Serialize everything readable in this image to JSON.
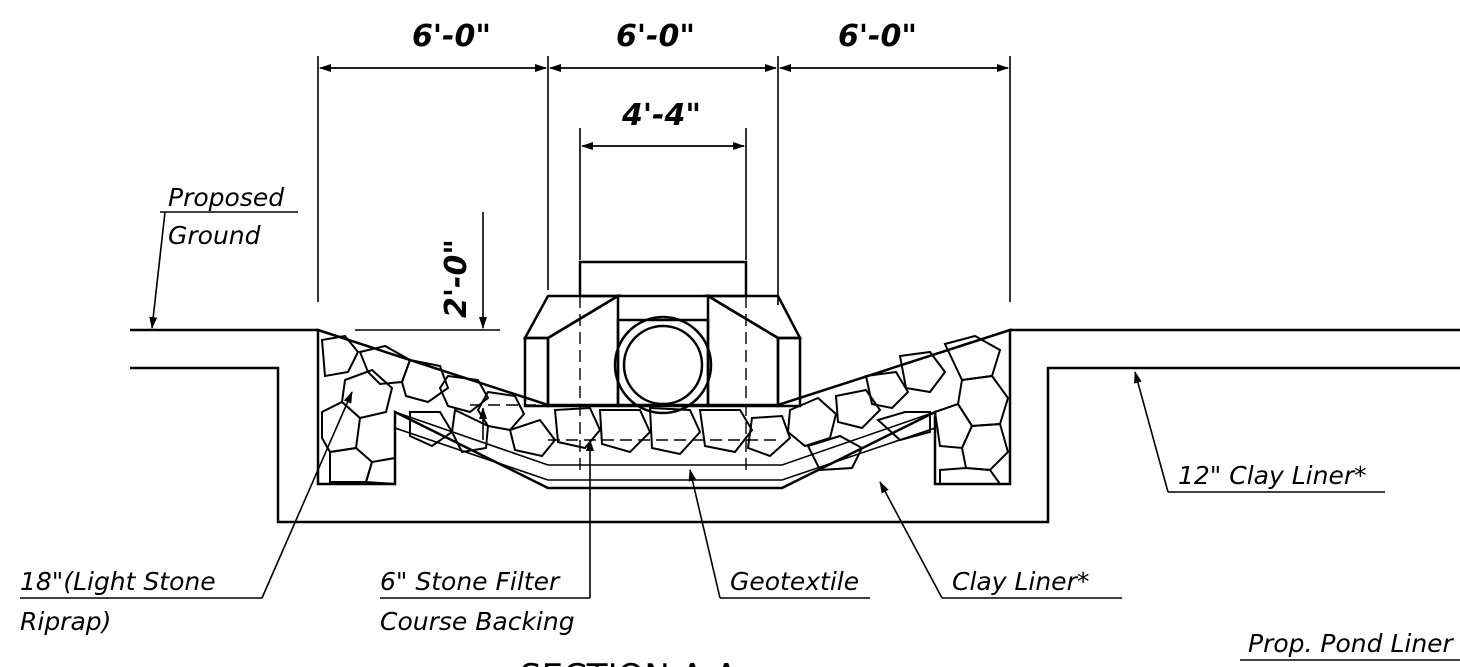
{
  "drawing": {
    "title": "SECTION A-A",
    "dimensions": {
      "left_width": "6'-0\"",
      "center_width": "6'-0\"",
      "right_width": "6'-0\"",
      "inner_width": "4'-4\"",
      "depth": "2'-0\""
    },
    "labels": {
      "proposed_line1": "Proposed",
      "proposed_line2": "Ground",
      "clay_liner_12": "12\" Clay Liner*",
      "riprap_line1": "18\"(Light Stone",
      "riprap_line2": "Riprap)",
      "filter_line1": "6\" Stone Filter",
      "filter_line2": "Course Backing",
      "geotextile": "Geotextile",
      "clay_liner": "Clay Liner*",
      "pond_liner": "Prop. Pond Liner"
    }
  }
}
